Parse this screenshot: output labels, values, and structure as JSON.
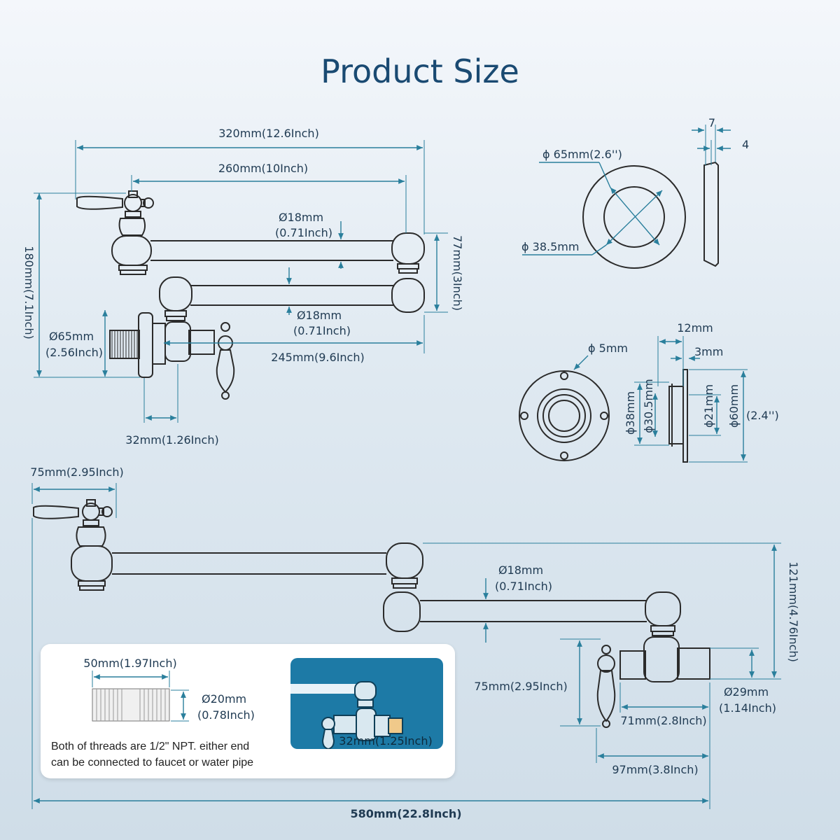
{
  "title": "Product Size",
  "top_view": {
    "overall_width": "320mm(12.6Inch)",
    "inner_width": "260mm(10Inch)",
    "height": "180mm(7.1Inch)",
    "arm_dia_upper": "Ø18mm",
    "arm_dia_upper_in": "(0.71Inch)",
    "arm_dia_lower": "Ø18mm",
    "arm_dia_lower_in": "(0.71Inch)",
    "arm_gap": "77mm(3Inch)",
    "flange_dia": "Ø65mm",
    "flange_dia_in": "(2.56Inch)",
    "lower_length": "245mm(9.6Inch)",
    "body_offset": "32mm(1.26Inch)"
  },
  "escutcheon": {
    "outer_dia": "ϕ 65mm(2.6'')",
    "inner_dia": "ϕ 38.5mm",
    "thickness_a": "7",
    "thickness_b": "4"
  },
  "mount_flange": {
    "hole_dia": "ϕ 5mm",
    "width": "12mm",
    "lip": "3mm",
    "d38": "ϕ38mm",
    "d305": "ϕ30.5mm",
    "d21": "ϕ21mm",
    "d60": "ϕ60mm",
    "d60_in": "(2.4'')"
  },
  "front_view": {
    "handle_width": "75mm(2.95Inch)",
    "arm_dia": "Ø18mm",
    "arm_dia_in": "(0.71Inch)",
    "height": "121mm(4.76Inch)",
    "valve_height": "75mm(2.95Inch)",
    "pipe_dia": "Ø29mm",
    "pipe_dia_in": "(1.14Inch)",
    "pipe_len": "71mm(2.8Inch)",
    "body_len": "97mm(3.8Inch)",
    "total_length": "580mm(22.8Inch)"
  },
  "thread_note": {
    "length": "50mm(1.97Inch)",
    "dia": "Ø20mm",
    "dia_in": "(0.78Inch)",
    "text_line1": "Both of threads are 1/2\" NPT. either end",
    "text_line2": "can be connected to faucet or water pipe",
    "inset_label": "32mm(1.25Inch)"
  },
  "colors": {
    "title": "#1a4a72",
    "dimension_line": "#2a7f9c",
    "inset_bg": "#1d7aa6"
  }
}
